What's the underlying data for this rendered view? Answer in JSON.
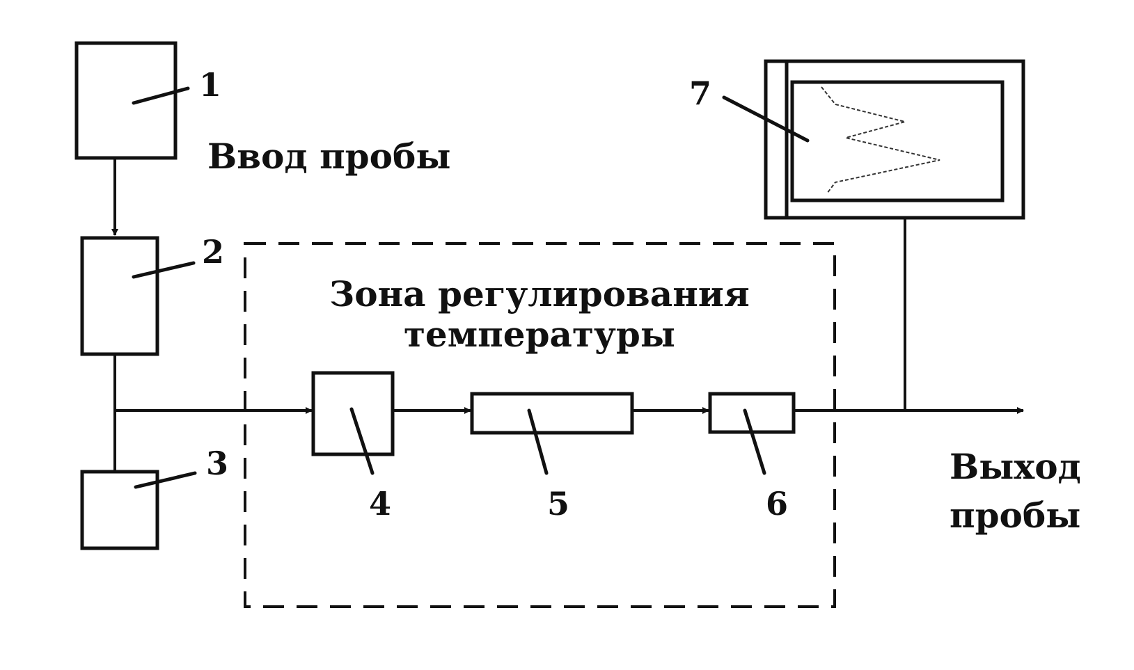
{
  "labels": {
    "sample_input": "Ввод пробы",
    "zone_line1": "Зона регулирования",
    "zone_line2": "температуры",
    "sample_output_line1": "Выход",
    "sample_output_line2": "пробы"
  },
  "components": [
    {
      "number": "1"
    },
    {
      "number": "2"
    },
    {
      "number": "3"
    },
    {
      "number": "4"
    },
    {
      "number": "5"
    },
    {
      "number": "6"
    },
    {
      "number": "7"
    }
  ]
}
